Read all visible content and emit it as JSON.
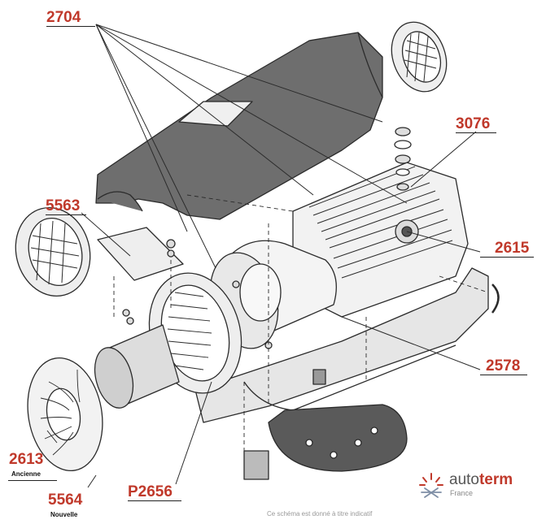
{
  "labels": {
    "cover": "2704",
    "bearing": "3076",
    "gasket": "5563",
    "sensor": "2615",
    "harness": "2578",
    "impeller_old": "2613",
    "impeller_old_note": "Ancienne",
    "impeller_new": "5564",
    "impeller_new_note": "Nouvelle",
    "blower": "P2656"
  },
  "logo": {
    "brand_light": "auto",
    "brand_bold": "term",
    "country": "France",
    "icon": "snowflake-sun-icon"
  },
  "footnote": "Ce schéma est donné à titre indicatif",
  "colors": {
    "label_red": "#c0392b",
    "line_art": "#2b2b2b",
    "cover_fill": "#6e6e6e",
    "body_fill": "#eaeaea"
  }
}
